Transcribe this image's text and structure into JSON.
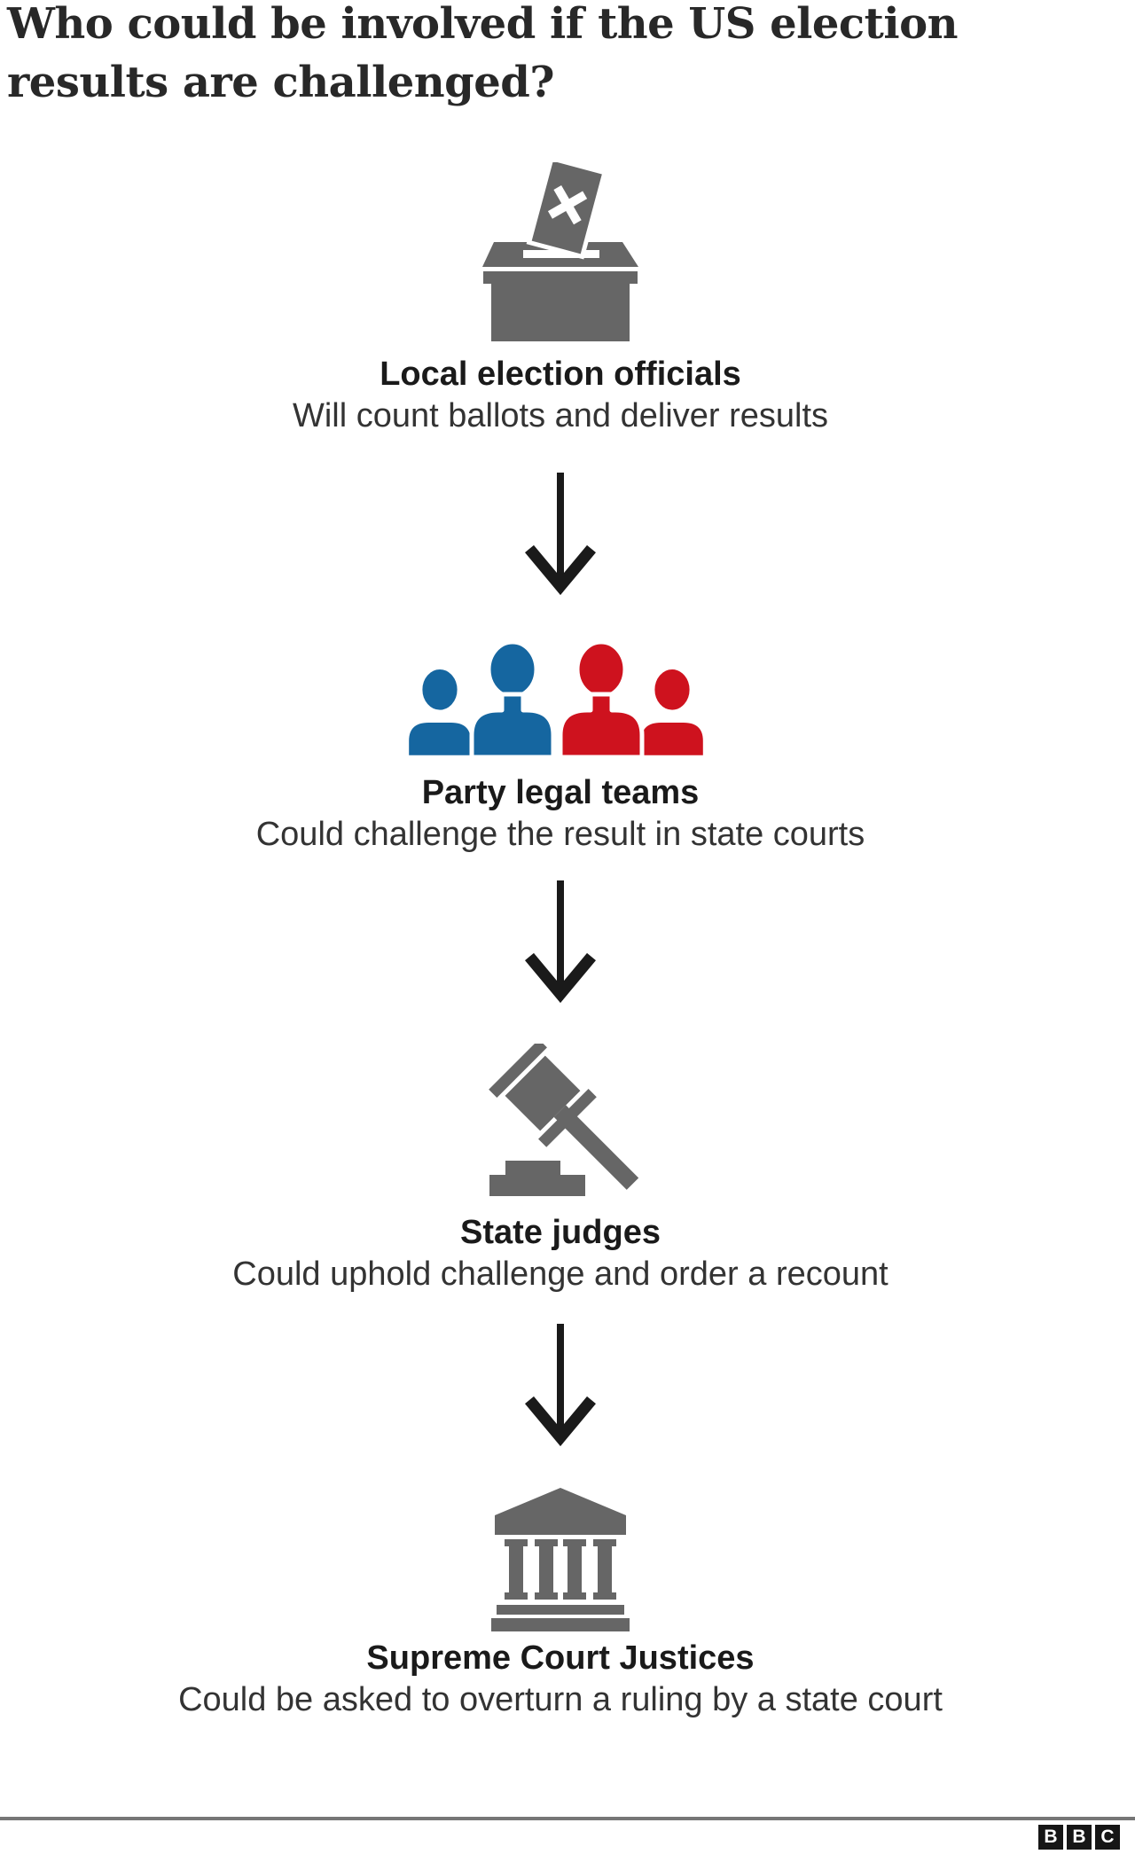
{
  "title": {
    "line1": "Who could be involved if the US election",
    "line2": "results are challenged?"
  },
  "steps": [
    {
      "icon": "ballot-box-icon",
      "heading": "Local election officials",
      "description": "Will count ballots and deliver results"
    },
    {
      "icon": "party-legal-teams-icon",
      "heading": "Party legal teams",
      "description": "Could challenge the result in state courts"
    },
    {
      "icon": "gavel-icon",
      "heading": "State judges",
      "description": "Could uphold challenge and order a recount"
    },
    {
      "icon": "courthouse-icon",
      "heading": "Supreme Court Justices",
      "description": "Could be asked to overturn a ruling by a state court"
    }
  ],
  "footer": {
    "logo_letters": [
      "B",
      "B",
      "C"
    ]
  },
  "colors": {
    "icon_gray": "#666666",
    "democrat_blue": "#1566A0",
    "republican_red": "#CE121E",
    "arrow_black": "#1a1a1a",
    "divider_gray": "#767676"
  }
}
